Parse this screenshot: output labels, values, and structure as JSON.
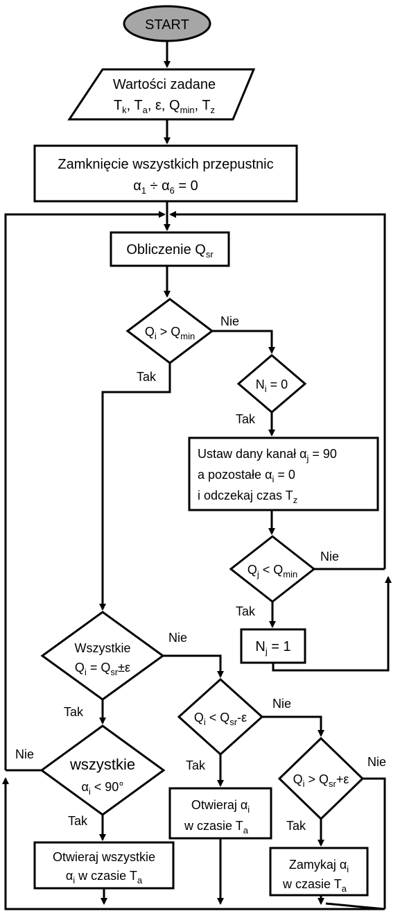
{
  "start": "START",
  "input": {
    "title": "Wartości zadane",
    "params": [
      {
        "base": "T",
        "sub": "k"
      },
      {
        "base": "T",
        "sub": "a"
      },
      {
        "base": "ε",
        "sub": ""
      },
      {
        "base": "Q",
        "sub": "min"
      },
      {
        "base": "T",
        "sub": "z"
      }
    ]
  },
  "close_all": {
    "line1": "Zamknięcie wszystkich przepustnic",
    "line2": {
      "a": "α",
      "a_sub1": "1",
      "mid": " ÷ ",
      "b": "α",
      "b_sub": "6",
      "end": " = 0"
    }
  },
  "compute": {
    "text": "Obliczenie Q",
    "sub": "sr"
  },
  "decision_qi_qmin": {
    "left": "Q",
    "left_sub": "i",
    "op": " > Q",
    "right_sub": "min"
  },
  "decision_ni": {
    "base": "N",
    "sub": "i",
    "rest": " = 0"
  },
  "set_channel": {
    "line1": "Ustaw dany kanał α",
    "line1_sub": "j",
    "line1_end": " = 90",
    "line2": "a pozostałe α",
    "line2_sub": "i",
    "line2_end": " = 0",
    "line3": "i odczekaj czas T",
    "line3_sub": "z"
  },
  "decision_qj": {
    "base": "Q",
    "sub": "j",
    "op": " < Q",
    "sub2": "min"
  },
  "nj_set": {
    "base": "N",
    "sub": "j",
    "rest": " = 1"
  },
  "decision_all_eq": {
    "line1": "Wszystkie",
    "line2_a": "Q",
    "line2_a_sub": "i",
    "line2_mid": " = Q",
    "line2_mid_sub": "sr",
    "line2_end": "±ε"
  },
  "decision_all_lt90": {
    "line1": "wszystkie",
    "line2_a": "α",
    "line2_a_sub": "i",
    "line2_end": " < 90°"
  },
  "decision_qi_lt": {
    "a": "Q",
    "a_sub": "i",
    "mid": " < Q",
    "mid_sub": "sr",
    "end": "-ε"
  },
  "decision_qi_gt": {
    "a": "Q",
    "a_sub": "i",
    "mid": " > Q",
    "mid_sub": "sr",
    "end": "+ε"
  },
  "open_all": {
    "line1": "Otwieraj wszystkie",
    "line2_a": "α",
    "line2_a_sub": "i",
    "line2_mid": " w czasie T",
    "line2_mid_sub": "a"
  },
  "open_i": {
    "line1_a": "Otwieraj α",
    "line1_sub": "i",
    "line2": "w czasie T",
    "line2_sub": "a"
  },
  "close_i": {
    "line1_a": "Zamykaj α",
    "line1_sub": "i",
    "line2": "w czasie T",
    "line2_sub": "a"
  },
  "labels": {
    "yes": "Tak",
    "no": "Nie"
  }
}
